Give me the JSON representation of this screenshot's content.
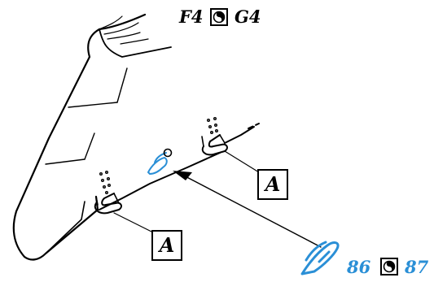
{
  "top_ref": {
    "left": "F4",
    "right": "G4"
  },
  "callout_a_right": {
    "label": "A"
  },
  "callout_a_left": {
    "label": "A"
  },
  "bottom_ref": {
    "left": "86",
    "right": "87",
    "color": "#2a8fd6"
  },
  "colors": {
    "line": "#000000",
    "accent": "#2a8fd6",
    "background": "#ffffff"
  },
  "icons": [
    "knob-dial-icon",
    "clip-part-icon",
    "blue-clip-icon"
  ]
}
